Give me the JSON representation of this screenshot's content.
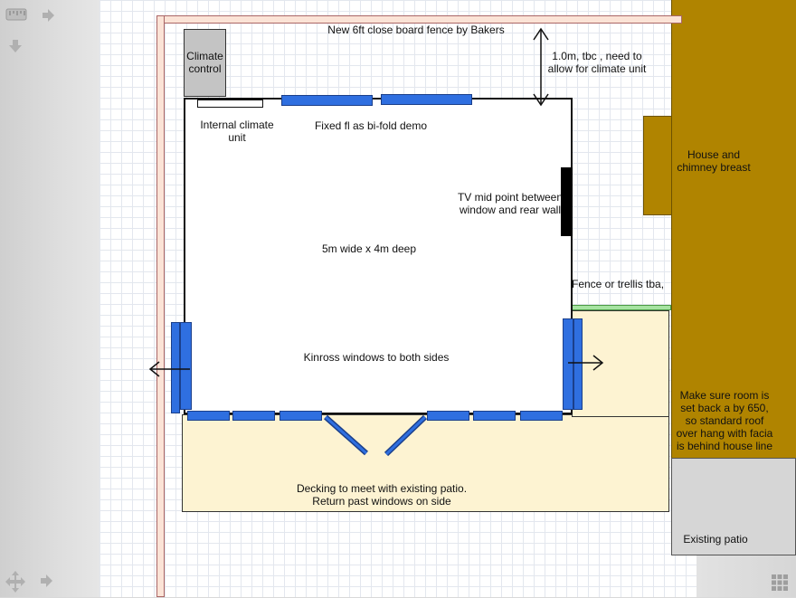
{
  "labels": {
    "fence_top": "New 6ft close board fence by Bakers",
    "climate_control": "Climate control",
    "gap_note_1": "1.0m, tbc , need to",
    "gap_note_2": "allow for climate unit",
    "internal_climate_1": "Internal climate",
    "internal_climate_2": "unit",
    "fixed_fl": "Fixed fl as bi-fold demo",
    "house_1": "House and",
    "house_2": "chimney breast",
    "tv_1": "TV mid point between",
    "tv_2": "window and rear wall",
    "room_size": "5m wide x 4m deep",
    "fence_trellis": "Fence or trellis tba,",
    "kinross": "Kinross windows to both sides",
    "setback_1": "Make sure room is",
    "setback_2": "set back a by 650,",
    "setback_3": "so standard roof",
    "setback_4": "over hang with facia",
    "setback_5": "is behind house line",
    "decking_1": "Decking to meet with existing patio.",
    "decking_2": "Return past windows on side",
    "patio": "Existing patio"
  },
  "colors": {
    "window_blue": "#2f6fe0",
    "house_brown": "#b08400",
    "decking_cream": "#fdf3d2",
    "fence_pink": "#fbe3d6",
    "trellis_green": "#a6e3a1",
    "patio_grey": "#d6d6d6",
    "climate_grey": "#c4c4c4"
  },
  "icons": [
    "ruler-icon",
    "arrow-right-icon",
    "arrow-down-icon",
    "move-icon",
    "arrow-right-bottom-icon",
    "target-icon",
    "arrow-right-dim-icon",
    "grid-icon"
  ]
}
